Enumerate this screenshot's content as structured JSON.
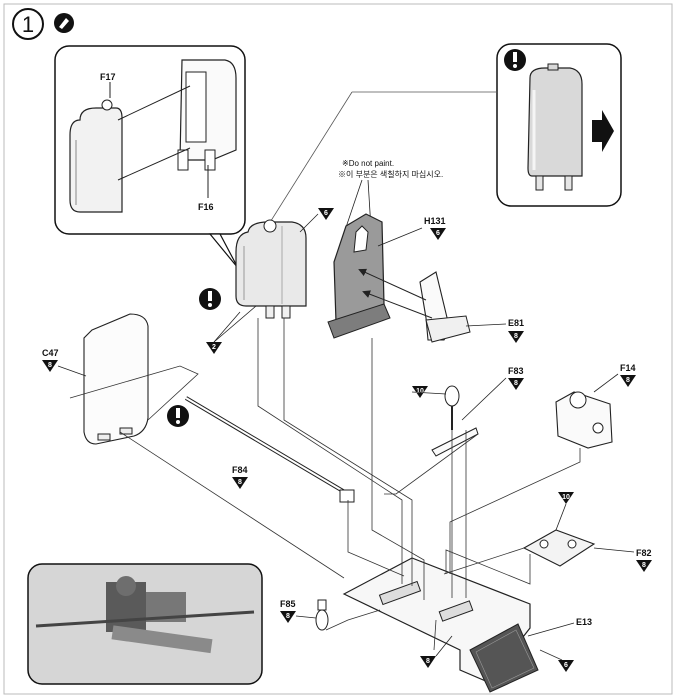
{
  "step": {
    "number": "1",
    "icon": "glue-icon"
  },
  "notes": {
    "line1": "※Do not paint.",
    "line2": "※이 부분은 색칠하지 마십시오."
  },
  "parts": {
    "F17": "F17",
    "F16": "F16",
    "H131": "H131",
    "E81": "E81",
    "C47": "C47",
    "F83": "F83",
    "F14": "F14",
    "F84": "F84",
    "F82": "F82",
    "F85": "F85",
    "E13": "E13"
  },
  "colors": {
    "c_tank": "6",
    "c_h131": "6",
    "c_e81": "8",
    "c_c47": "8",
    "c_f83": "8",
    "c_f14": "8",
    "c_f84": "8",
    "c_f82": "8",
    "c_f85": "8",
    "c_e13": "6",
    "c_base": "8",
    "c_mid": "2",
    "c_lamp": "10",
    "c_f82b": "10"
  },
  "icons": [
    "step-number-circle",
    "glue-icon",
    "caution-icon",
    "arrow-right-icon",
    "paint-color-marker"
  ]
}
